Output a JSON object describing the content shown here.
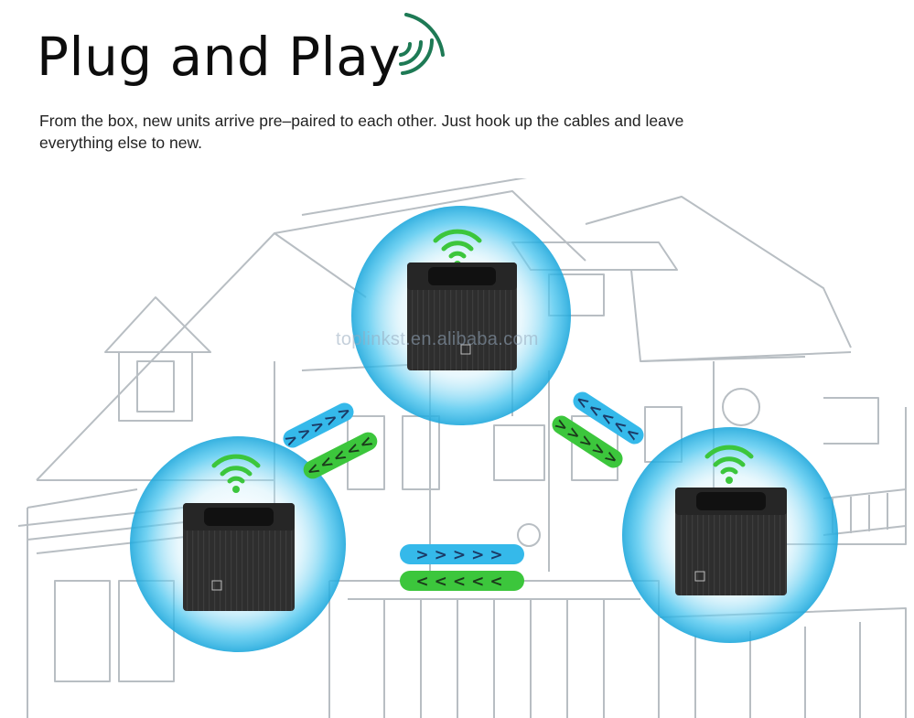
{
  "header": {
    "title": "Plug and Play",
    "subtitle": "From the box, new units arrive pre–paired to each other. Just hook up the cables and leave everything else to new."
  },
  "watermark": "toplinkst.en.alibaba.com",
  "icons": {
    "title_signal": "wifi-signal-arcs-icon",
    "unit_wifi": "wifi-icon",
    "arrows_out": "chevron-right-arrows-icon",
    "arrows_in": "chevron-left-arrows-icon"
  },
  "colors": {
    "signal_green": "#1e7a55",
    "wifi_green": "#3cc63c",
    "bubble_blue": "#2ab8e8",
    "arrow_blue": "#35b9ea",
    "arrow_green": "#3cc63c",
    "router_body": "#2b2b2b",
    "house_line": "#b8bec3"
  }
}
